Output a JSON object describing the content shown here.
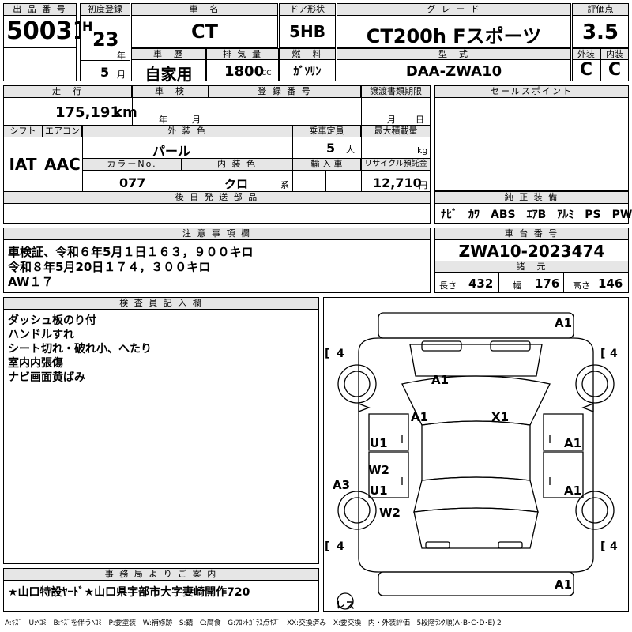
{
  "top": {
    "lot_label": "出 品 番 号",
    "lot_no": "50031",
    "reg_label": "初度登録",
    "era": "H",
    "year": "23",
    "year_unit": "年",
    "month": "5",
    "month_unit": "月",
    "car_label": "車　名",
    "car_name": "CT",
    "door_label": "ドア形状",
    "door": "5HB",
    "grade_label": "グ レ ー ド",
    "grade": "CT200h Fスポーツ",
    "score_label": "評価点",
    "score": "3.5",
    "history_label": "車　歴",
    "history": "自家用",
    "disp_label": "排 気 量",
    "disp": "1800",
    "disp_unit": "CC",
    "fuel_label": "燃　料",
    "fuel": "ｶﾞｿﾘﾝ",
    "model_label": "型　式",
    "model": "DAA-ZWA10",
    "ext_label": "外装",
    "ext": "C",
    "int_label": "内装",
    "int": "C"
  },
  "mid": {
    "mileage_label": "走　行",
    "mileage": "175,191",
    "mileage_unit": "km",
    "inspect_label": "車　検",
    "inspect_year_unit": "年",
    "inspect_month_unit": "月",
    "regno_label": "登 録 番 号",
    "transfer_label": "譲渡書類期限",
    "transfer_month_unit": "月",
    "transfer_day_unit": "日",
    "shift_label": "シフト",
    "shift": "IAT",
    "ac_label": "エアコン",
    "ac": "AAC",
    "color_label": "外 装 色",
    "color": "パール",
    "seats_label": "乗車定員",
    "seats": "5",
    "seats_unit": "人",
    "load_label": "最大積載量",
    "load_unit": "kg",
    "colorno_label": "カラーNo.",
    "colorno": "077",
    "intcolor_label": "内 装 色",
    "intcolor": "クロ",
    "intcolor_unit": "系",
    "import_label": "輸 入 車",
    "recycle_label": "リサイクル預託金",
    "recycle": "12,710",
    "recycle_unit": "円",
    "later_label": "後 日 発 送 部 品"
  },
  "sales": {
    "label": "セールスポイント"
  },
  "equip": {
    "label": "純 正 装 備",
    "items": "ﾅﾋﾞ　ｶﾜ　ABS　ｴｱB　ｱﾙﾐ　PS　PW"
  },
  "notes": {
    "label": "注 意 事 項 欄",
    "line1": "車検証、令和６年5月１日１６３，９００キロ",
    "line2": "令和８年5月20日１７４，３００キロ",
    "line3": "AW１７"
  },
  "chassis": {
    "label": "車 台 番 号",
    "value": "ZWA10-2023474",
    "spec_label": "諸　元",
    "len_label": "長さ",
    "len": "432",
    "wid_label": "幅",
    "wid": "176",
    "hgt_label": "高さ",
    "hgt": "146"
  },
  "inspector": {
    "label": "検 査 員 記 入 欄",
    "lines": [
      "ダッシュ板のり付",
      "ハンドルすれ",
      "シート切れ・破れ小、へたり",
      "室内内張傷",
      "ナビ画面黄ばみ"
    ]
  },
  "diagram": {
    "marks": {
      "front_right": "A1",
      "front_hood": "A1",
      "windshield_left": "A1",
      "windshield_right": "X1",
      "left_front_door": "U1",
      "right_front_door": "A1",
      "left_rear_w2": "W2",
      "left_rear_u1": "U1",
      "left_rear_w2b": "W2",
      "right_rear_door": "A1",
      "left_quarter": "A3",
      "rear": "A1"
    },
    "tires": {
      "fl": "4",
      "fr": "4",
      "rl": "4",
      "rr": "4"
    },
    "spare": "レス"
  },
  "office": {
    "label": "事 務 局 よ り ご 案 内",
    "text": "★山口特設ﾔｰﾄﾞ★山口県宇部市大字妻崎開作720"
  },
  "legend": "A:ｷｽﾞ　U:ﾍｺﾐ　B:ｷｽﾞを伴うﾍｺﾐ　P:要塗装　W:補修跡　S:錆　C:腐食　G:ﾌﾛﾝﾄｶﾞﾗｽ点ｷｽﾞ　XX:交換済み　X:要交換　内・外装評価　5段階ﾗﾝｸ順(A･B･C･D･E) 2"
}
